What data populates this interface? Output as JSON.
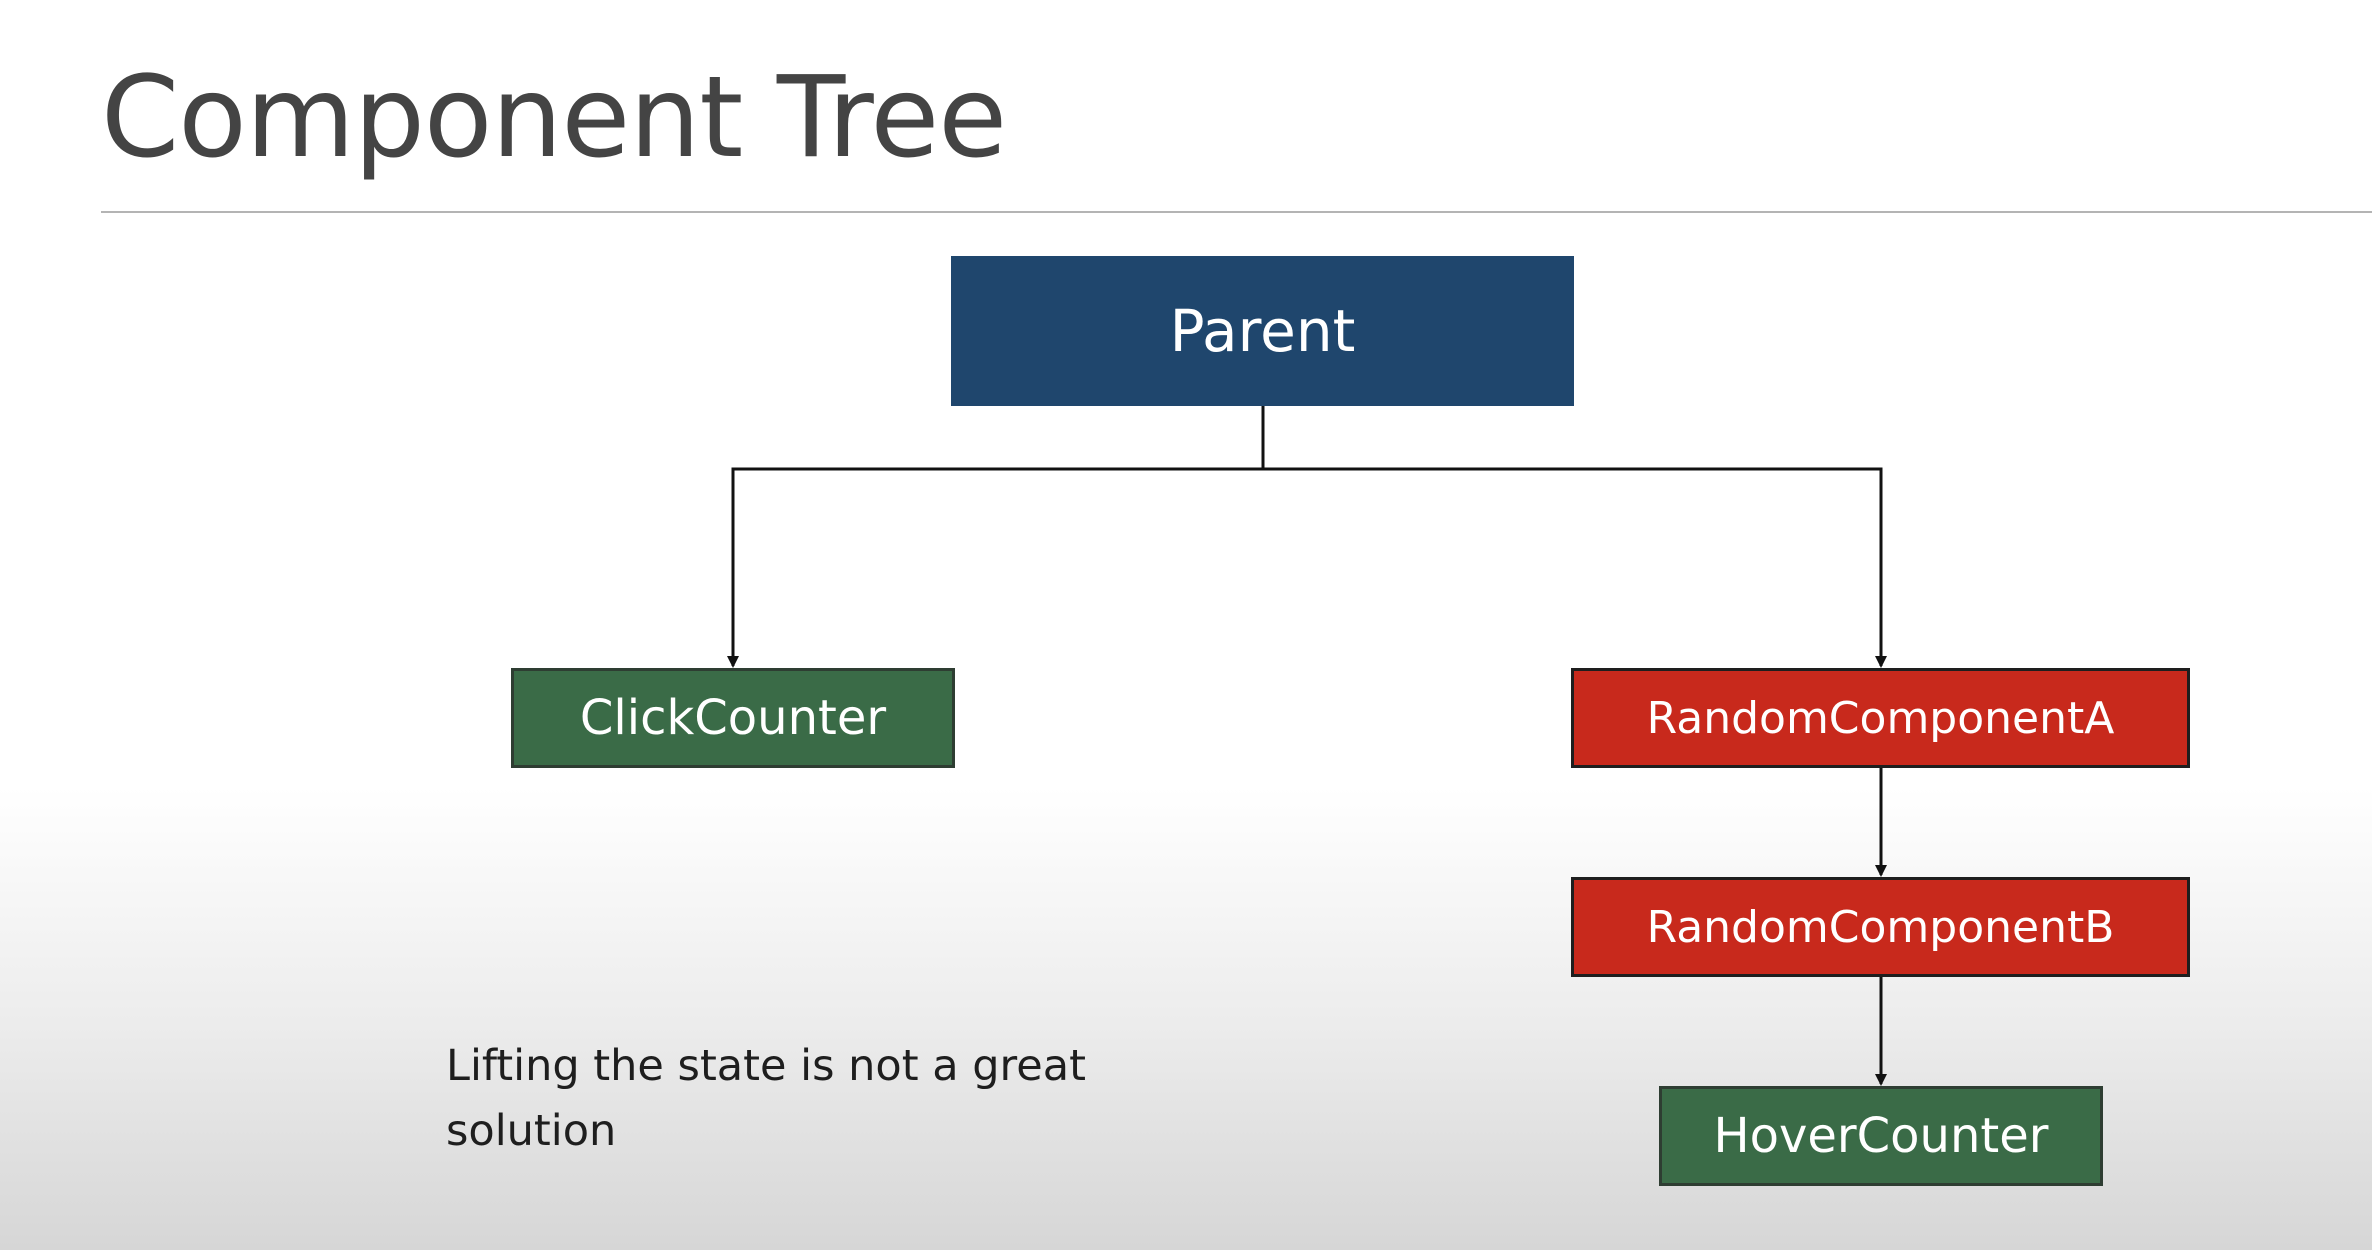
{
  "slide": {
    "title": "Component Tree",
    "note": "Lifting the state is not a great solution"
  },
  "tree": {
    "nodes": {
      "parent": {
        "label": "Parent",
        "color": "#1f466d"
      },
      "click_counter": {
        "label": "ClickCounter",
        "color": "#3a6b47"
      },
      "random_a": {
        "label": "RandomComponentA",
        "color": "#c8291c"
      },
      "random_b": {
        "label": "RandomComponentB",
        "color": "#c8291c"
      },
      "hover_counter": {
        "label": "HoverCounter",
        "color": "#3a6b47"
      }
    },
    "edges": [
      {
        "from": "parent",
        "to": "click_counter"
      },
      {
        "from": "parent",
        "to": "random_a"
      },
      {
        "from": "random_a",
        "to": "random_b"
      },
      {
        "from": "random_b",
        "to": "hover_counter"
      }
    ]
  }
}
